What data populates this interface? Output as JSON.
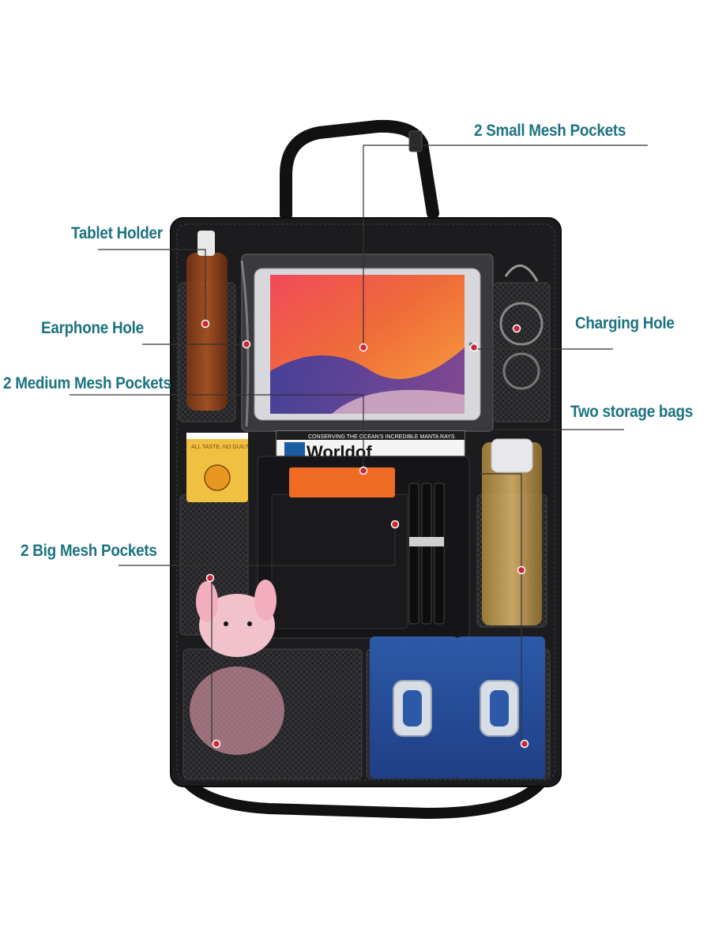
{
  "callouts": {
    "small_mesh_pockets": "2 Small Mesh Pockets",
    "tablet_holder": "Tablet Holder",
    "earphone_hole": "Earphone Hole",
    "charging_hole": "Charging Hole",
    "medium_mesh_pockets": "2 Medium Mesh Pockets",
    "two_storage_bags": "Two storage bags",
    "big_mesh_pockets": "2 Big Mesh Pockets"
  },
  "product_print": {
    "magazine_banner": "CONSERVING THE OCEAN'S INCREDIBLE MANTA RAYS",
    "magazine_title": "Worldof",
    "cup_slogan": "ALL TASTE, NO GUILT"
  },
  "colors": {
    "callout_text": "#1c7380",
    "leader_line": "#333333",
    "organizer_body": "#1c1c1e",
    "mesh": "#2a2a2c",
    "accent_orange": "#ef6a22"
  }
}
